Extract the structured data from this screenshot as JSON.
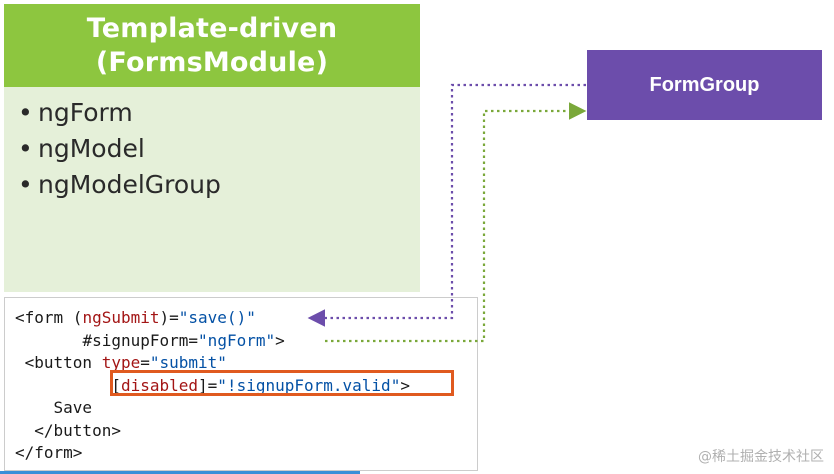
{
  "header": {
    "line1": "Template-driven",
    "line2": "(FormsModule)"
  },
  "directives": [
    "ngForm",
    "ngModel",
    "ngModelGroup"
  ],
  "formgroup": {
    "label": "FormGroup"
  },
  "code": {
    "l1_a": "<form (",
    "l1_b": "ngSubmit",
    "l1_c": ")=",
    "l1_d": "\"save()\"",
    "l2_indent": "       ",
    "l2_a": "#signupForm",
    "l2_b": "=",
    "l2_c": "\"ngForm\"",
    "l2_d": ">",
    "l3_a": " <button ",
    "l3_b": "type",
    "l3_c": "=",
    "l3_d": "\"submit\"",
    "l4_indent": "          ",
    "l4_a": "[",
    "l4_b": "disabled",
    "l4_c": "]=",
    "l4_d": "\"!signupForm.valid\"",
    "l4_e": ">",
    "l5": "    Save",
    "l6": "  </button>",
    "l7": "</form>"
  },
  "colors": {
    "header_green": "#8dc63f",
    "body_green": "#e5f0d9",
    "formgroup_purple": "#6c4dab",
    "highlight_orange": "#e05a1f",
    "arrow_purple": "#6c4dab",
    "arrow_green": "#7aa83a"
  },
  "watermark": "@稀土掘金技术社区"
}
